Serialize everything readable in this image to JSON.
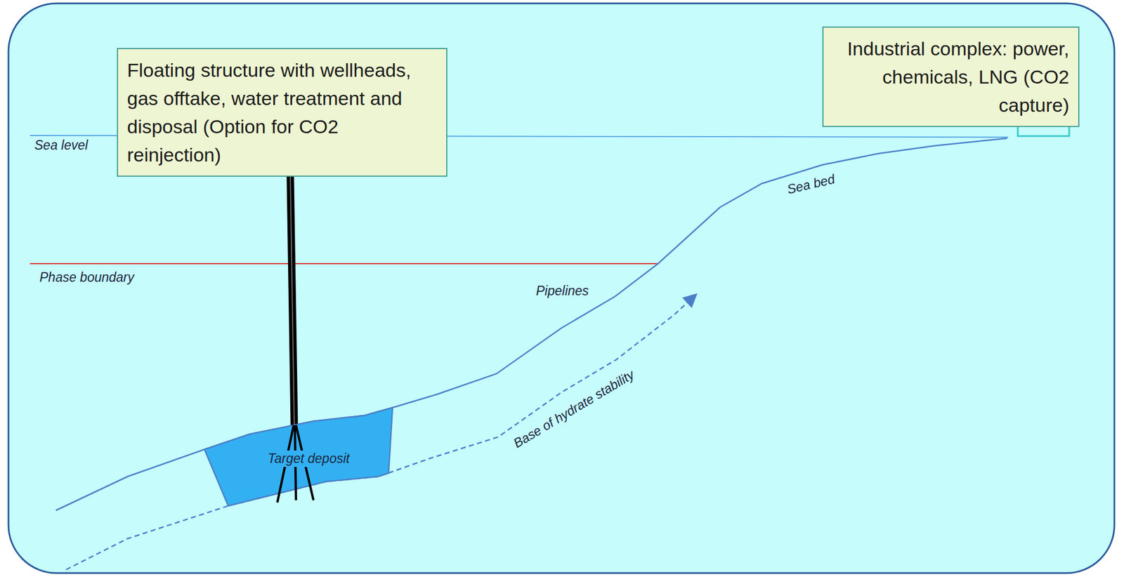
{
  "diagram": {
    "nodes": [
      {
        "text": [
          "Floating structure with wellheads, gas offtake, water treatment and disposal (Option for CO2 reinjection)"
        ]
      },
      {
        "text": [
          "Industrial complex: power, chemicals, LNG (CO2 capture)"
        ]
      },
      {
        "text": [
          "Target deposit"
        ]
      }
    ],
    "edges": [
      {
        "from": 0,
        "to": 2,
        "arrow": "none"
      }
    ],
    "labels": [
      "Sea level",
      "Phase boundary",
      "Pipelines",
      "Sea bed",
      "Base of hydrate stability"
    ]
  }
}
